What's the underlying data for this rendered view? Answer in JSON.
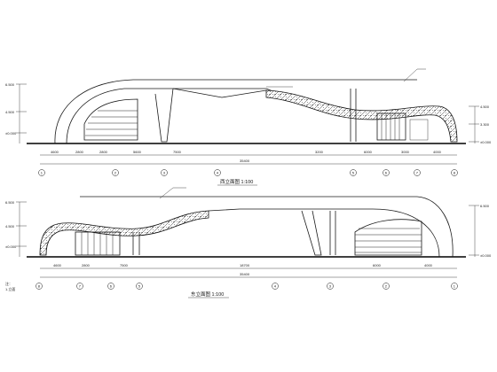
{
  "sheet": {
    "top_elevation_title": "西立面图 1:100",
    "bottom_elevation_title": "东立面图 1:100",
    "note_line_1": "注：",
    "note_line_2": "1.立面"
  },
  "top_elevation": {
    "grid_labels": [
      "1",
      "2",
      "3",
      "4",
      "5",
      "6",
      "7",
      "8"
    ],
    "dims_row": [
      "4600",
      "2800",
      "2800",
      "5600",
      "7500",
      "3200",
      "6000",
      "3000",
      "4000"
    ],
    "total_dim": "35400",
    "left_levels": [
      "6.500",
      "4.500",
      "±0.000"
    ],
    "right_levels": [
      "4.500",
      "3.300",
      "±0.000"
    ]
  },
  "bottom_elevation": {
    "grid_labels": [
      "8",
      "7",
      "6",
      "5",
      "4",
      "3",
      "2",
      "1"
    ],
    "dims_row": [
      "4600",
      "2800",
      "7500",
      "18700",
      "6000",
      "4000"
    ],
    "total_dim": "35400",
    "left_levels": [
      "6.500",
      "4.500",
      "±0.000"
    ],
    "right_levels": [
      "6.500",
      "±0.000"
    ]
  }
}
